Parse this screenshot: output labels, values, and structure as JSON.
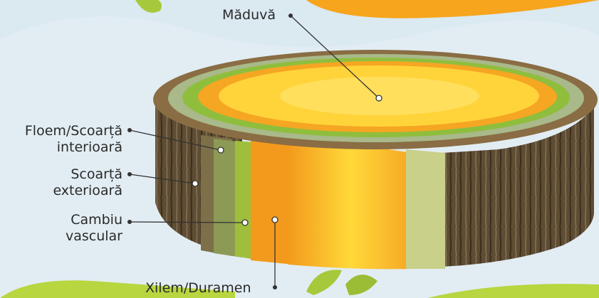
{
  "labels": {
    "maduva": "Măduvă",
    "floem": [
      "Floem/Scoarță",
      "interioară"
    ],
    "scoarta": [
      "Scoarță",
      "exterioară"
    ],
    "cambiu": [
      "Cambiu",
      "vascular"
    ],
    "xilem": "Xilem/Duramen"
  },
  "colors": {
    "background": "#dbe9f1",
    "bark": "#6b5a3f",
    "inner_bark": "#8c9a55",
    "cambium": "#9fbf3c",
    "sapwood": "#f5a623",
    "heartwood": "#ffd43a",
    "pith": "#ffe46b",
    "leaf": "#a6c93c"
  }
}
